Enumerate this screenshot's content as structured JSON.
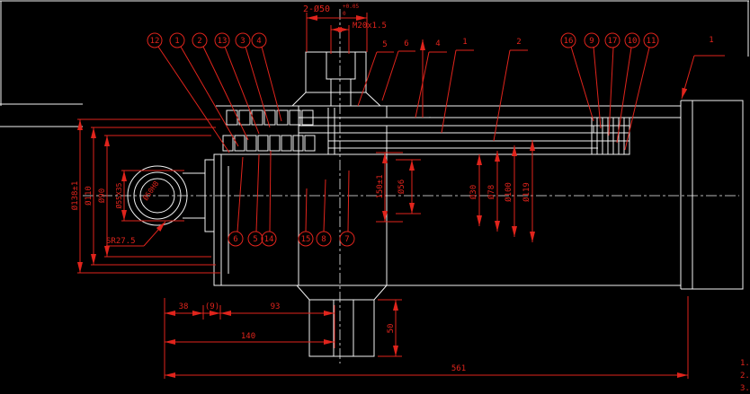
{
  "colors": {
    "background": "#000000",
    "geometry": "#f2f2f2",
    "dimension": "#e0241c"
  },
  "port": {
    "callout": "2-Ø50",
    "tol_upper": "+0.05",
    "tol_lower": "0",
    "thread": "M20x1.5"
  },
  "balloons": {
    "left": [
      "12",
      "1",
      "2",
      "13",
      "3",
      "4"
    ],
    "right": [
      "16",
      "9",
      "17",
      "10",
      "11"
    ],
    "bottom": [
      "6",
      "5",
      "14",
      "15",
      "8",
      "7"
    ]
  },
  "plain_callouts": {
    "items": [
      "5",
      "6",
      "4",
      "1",
      "2"
    ],
    "far_right": "1"
  },
  "dimensions": {
    "left": [
      "Ø138±1",
      "Ø110",
      "Ø90",
      "Ø55X35"
    ],
    "sphere_radius": "SR27.5",
    "sphere_bore": "Ø50H8",
    "middle": [
      "150±1",
      "Ø56"
    ],
    "right": [
      "Ø30",
      "Ø78",
      "Ø100",
      "Ø119"
    ],
    "bottom": {
      "seg1": "38",
      "seg2": "(9)",
      "seg3": "93",
      "total": "140",
      "boss_height": "50",
      "overall": "561"
    }
  },
  "notes": [
    "1.",
    "2.",
    "3."
  ]
}
